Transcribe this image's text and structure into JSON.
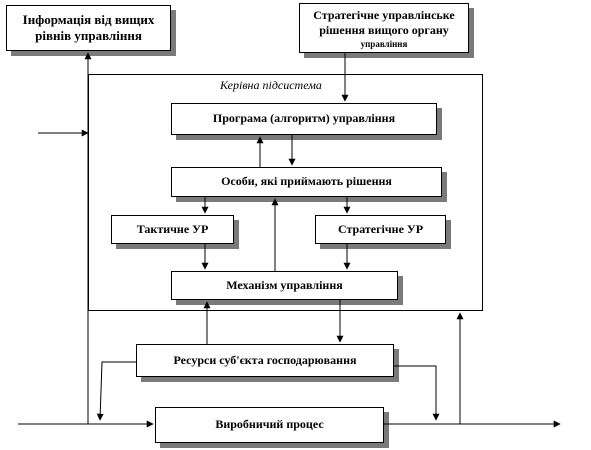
{
  "boxes": {
    "higher_info": {
      "line1": "Інформація від вищих",
      "line2": "рівнів управління"
    },
    "strategic_decision": {
      "line1": "Стратегічне управлінське",
      "line2": "рішення вищого органу",
      "line3": "управління"
    },
    "program": "Програма (алгоритм) управління",
    "decision_makers": "Особи, які приймають рішення",
    "tactical": "Тактичне УР",
    "strategic": "Стратегічне УР",
    "mechanism": "Механізм управління",
    "resources": "Ресурси суб'єкта господарювання",
    "production": "Виробничий процес"
  },
  "subsystem_label": "Керівна підсистема"
}
